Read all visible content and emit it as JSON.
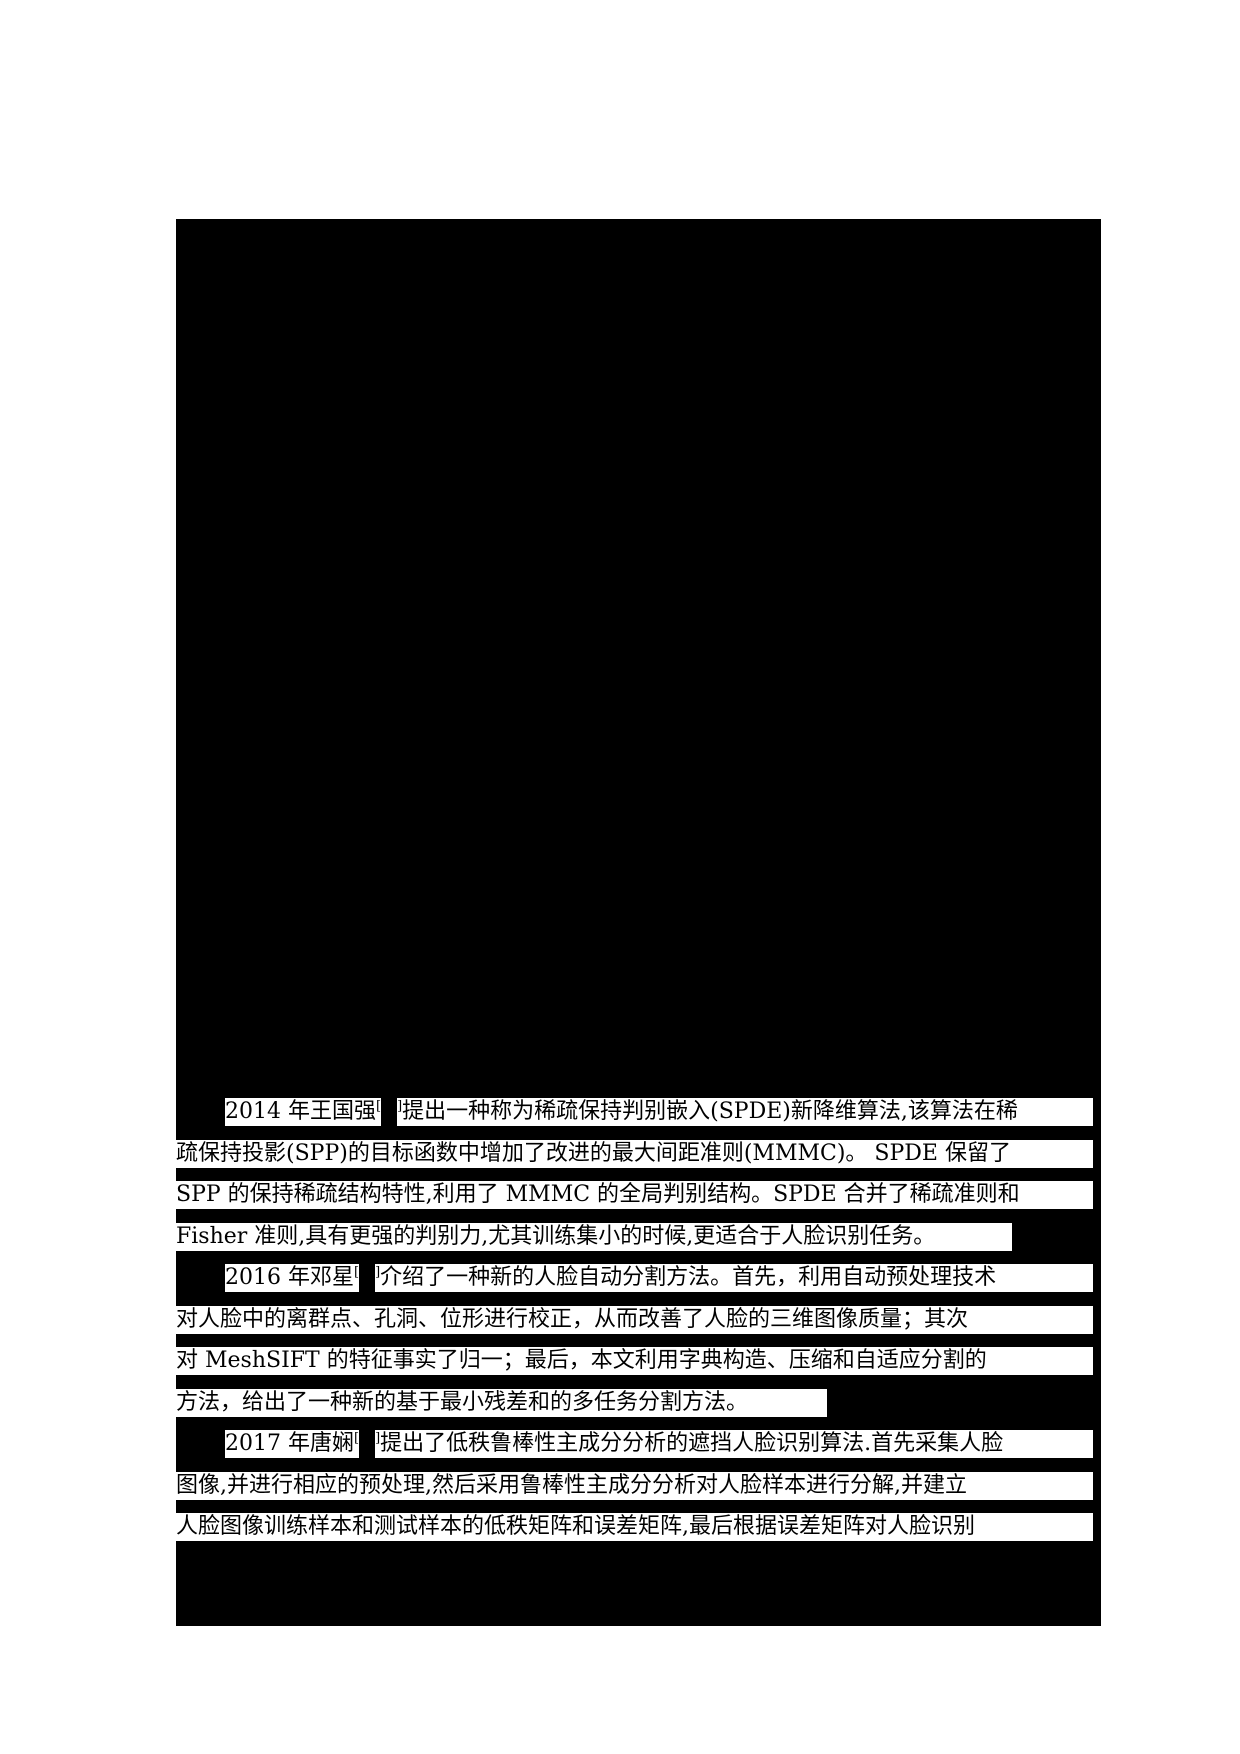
{
  "colors": {
    "page_background": "#ffffff",
    "redaction_box": "#000000",
    "text": "#000000",
    "line_highlight": "#ffffff"
  },
  "content": {
    "paragraphs": [
      {
        "lines": [
          {
            "pre": "2014 年王国强",
            "sup_open": "[",
            "sup_close": "]",
            "post": "提出一种称为稀疏保持判别嵌入(SPDE)新降维算法,该算法在稀"
          },
          {
            "text": "疏保持投影(SPP)的目标函数中增加了改进的最大间距准则(MMMC)。 SPDE 保留了"
          },
          {
            "text": "SPP 的保持稀疏结构特性,利用了 MMMC 的全局判别结构。SPDE 合并了稀疏准则和"
          },
          {
            "text": "Fisher 准则,具有更强的判别力,尤其训练集小的时候,更适合于人脸识别任务。"
          }
        ]
      },
      {
        "lines": [
          {
            "pre": "2016 年邓星",
            "sup_open": "[",
            "sup_close": "]",
            "post": "介绍了一种新的人脸自动分割方法。首先，利用自动预处理技术"
          },
          {
            "text": "对人脸中的离群点、孔洞、位形进行校正，从而改善了人脸的三维图像质量；其次"
          },
          {
            "text": "对 MeshSIFT 的特征事实了归一；最后，本文利用字典构造、压缩和自适应分割的"
          },
          {
            "text": "方法，给出了一种新的基于最小残差和的多任务分割方法。"
          }
        ]
      },
      {
        "lines": [
          {
            "pre": "2017 年唐娴",
            "sup_open": "[",
            "sup_close": "]",
            "post": "提出了低秩鲁棒性主成分分析的遮挡人脸识别算法.首先采集人脸"
          },
          {
            "text": "图像,并进行相应的预处理,然后采用鲁棒性主成分分析对人脸样本进行分解,并建立"
          },
          {
            "text": "人脸图像训练样本和测试样本的低秩矩阵和误差矩阵,最后根据误差矩阵对人脸识别"
          }
        ]
      }
    ]
  }
}
